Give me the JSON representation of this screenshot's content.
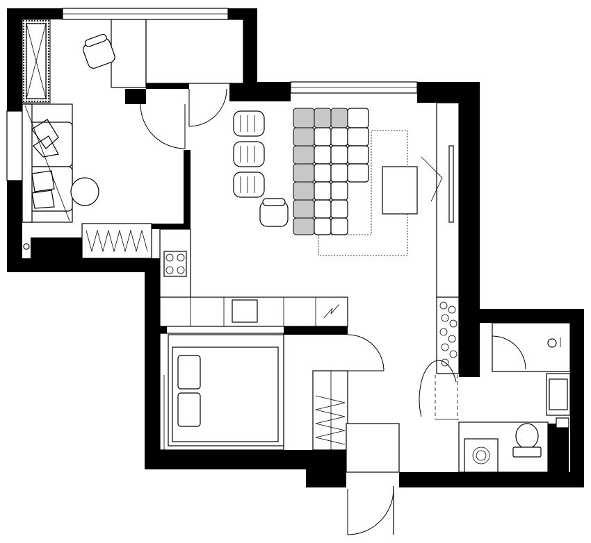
{
  "diagram": {
    "type": "floor-plan",
    "colors": {
      "wall": "#000000",
      "floor": "#ffffff",
      "sofa_accent": "#c7c7c7"
    },
    "rooms": [
      {
        "id": "office-living",
        "furniture": [
          "desk",
          "office-chair",
          "sofa",
          "round-table",
          "wardrobe",
          "cabinet"
        ]
      },
      {
        "id": "hall",
        "furniture": [
          "entrance-door"
        ]
      },
      {
        "id": "kitchen-living",
        "furniture": [
          "cooktop",
          "kitchen-counter",
          "sink",
          "bar-stools",
          "armchair",
          "corner-sofa",
          "rug",
          "coffee-table",
          "tv-console",
          "planter"
        ]
      },
      {
        "id": "bedroom",
        "furniture": [
          "double-bed",
          "pillows",
          "wardrobe"
        ]
      },
      {
        "id": "bathroom",
        "furniture": [
          "shower",
          "washbasin",
          "toilet",
          "washing-machine",
          "radiator"
        ]
      }
    ]
  }
}
